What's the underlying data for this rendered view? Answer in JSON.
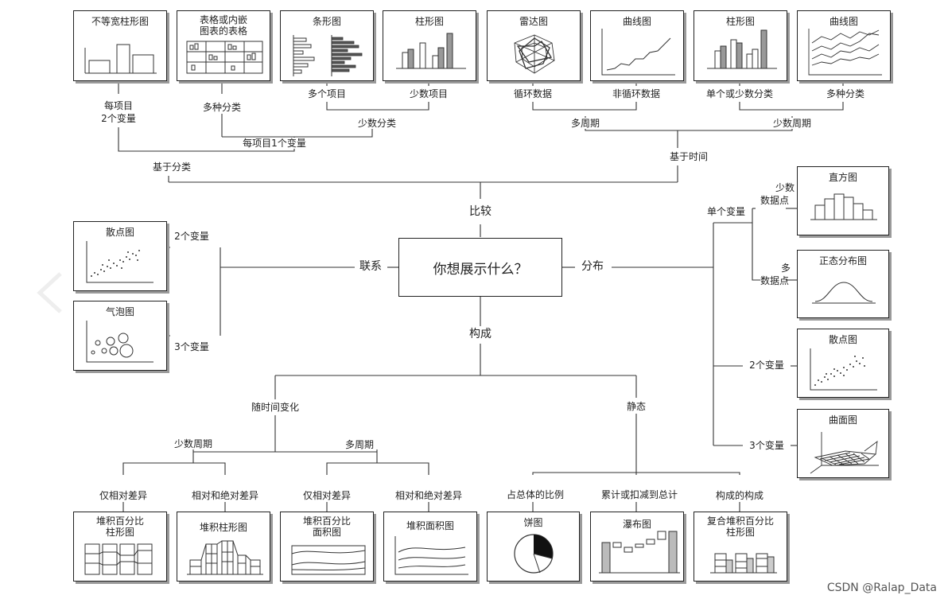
{
  "center": {
    "question": "你想展示什么？"
  },
  "branches": {
    "compare": "比较",
    "relation": "联系",
    "distribution": "分布",
    "composition": "构成"
  },
  "comparison": {
    "by_category": "基于分类",
    "by_time": "基于时间",
    "one_var_per_item": "每项目1个变量",
    "two_var_per_item": [
      "每项目",
      "2个变量"
    ],
    "many_categories": "多种分类",
    "few_categories": "少数分类",
    "many_items": "多个项目",
    "few_items": "少数项目",
    "many_periods": "多周期",
    "few_periods": "少数周期",
    "cyclic": "循环数据",
    "non_cyclic": "非循环数据",
    "single_or_few_categories": "单个或少数分类",
    "many_categories_line": "多种分类"
  },
  "relation": {
    "two_vars": "2个变量",
    "three_vars": "3个变量"
  },
  "distribution": {
    "single_var": "单个变量",
    "few_points": [
      "少数",
      "数据点"
    ],
    "many_points": [
      "多",
      "数据点"
    ],
    "two_vars": "2个变量",
    "three_vars": "3个变量"
  },
  "composition": {
    "over_time": "随时间变化",
    "static": "静态",
    "few_periods": "少数周期",
    "many_periods": "多周期",
    "relative_only_1": "仅相对差异",
    "relative_absolute_1": "相对和绝对差异",
    "relative_only_2": "仅相对差异",
    "relative_absolute_2": "相对和绝对差异",
    "share_of_total": "占总体的比例",
    "accumulate": "累计或扣减到总计",
    "components_of_components": "构成的构成"
  },
  "charts": {
    "variable_width_column": "不等宽柱形图",
    "table_with_charts": [
      "表格或内嵌",
      "图表的表格"
    ],
    "bar": "条形图",
    "column_top": "柱形图",
    "radar": "雷达图",
    "line_top": "曲线图",
    "column_top2": "柱形图",
    "line_top2": "曲线图",
    "scatter_left": "散点图",
    "bubble": "气泡图",
    "histogram": "直方图",
    "normal_distribution": "正态分布图",
    "scatter_right": "散点图",
    "surface": "曲面图",
    "stacked_100_column": [
      "堆积百分比",
      "柱形图"
    ],
    "stacked_column": "堆积柱形图",
    "stacked_100_area": [
      "堆积百分比",
      "面积图"
    ],
    "stacked_area": "堆积面积图",
    "pie": "饼图",
    "waterfall": "瀑布图",
    "stacked_100_with_subcomponents": [
      "复合堆积百分比",
      "柱形图"
    ]
  },
  "watermark": "CSDN @Ralap_Data"
}
